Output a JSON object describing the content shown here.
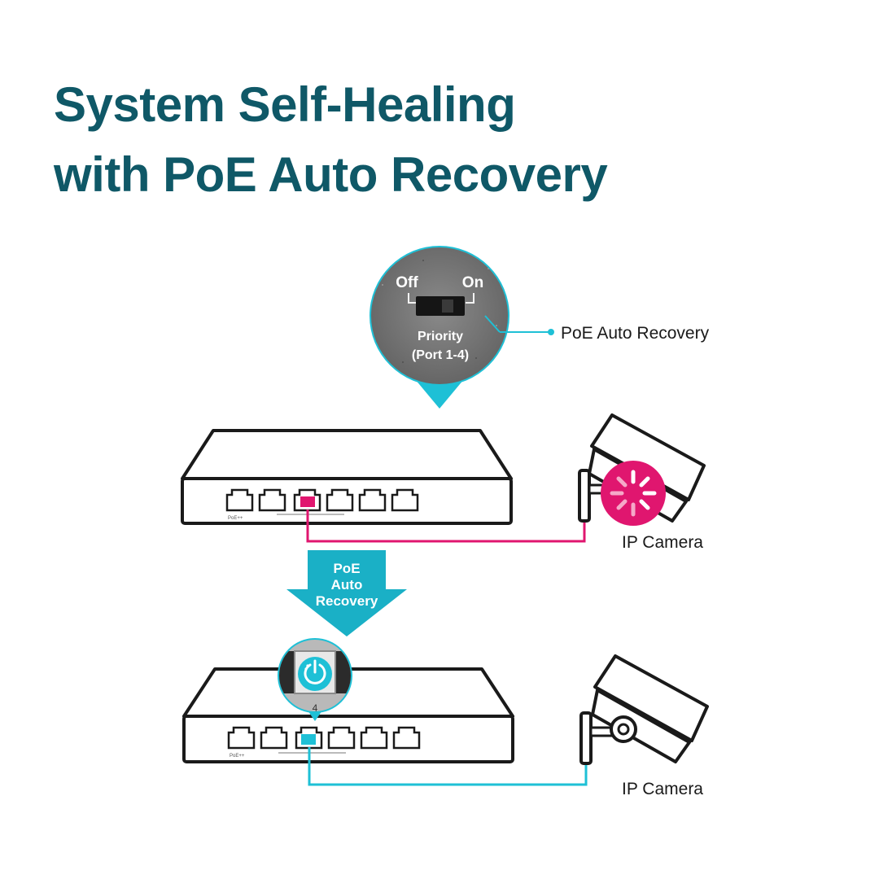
{
  "title": {
    "line1": "System Self-Healing",
    "line2": "with PoE Auto Recovery"
  },
  "switch_detail": {
    "label_off": "Off",
    "label_on": "On",
    "label_priority": "Priority",
    "label_ports": "(Port 1-4)",
    "port_number": "4"
  },
  "callout": {
    "label": "PoE Auto Recovery"
  },
  "arrow": {
    "line1": "PoE",
    "line2": "Auto",
    "line3": "Recovery"
  },
  "cameras": {
    "top_label": "IP Camera",
    "bottom_label": "IP Camera"
  },
  "colors": {
    "title": "#0f5867",
    "fault": "#e0166f",
    "ok": "#1ec0d6",
    "outline": "#1a1a1a"
  }
}
